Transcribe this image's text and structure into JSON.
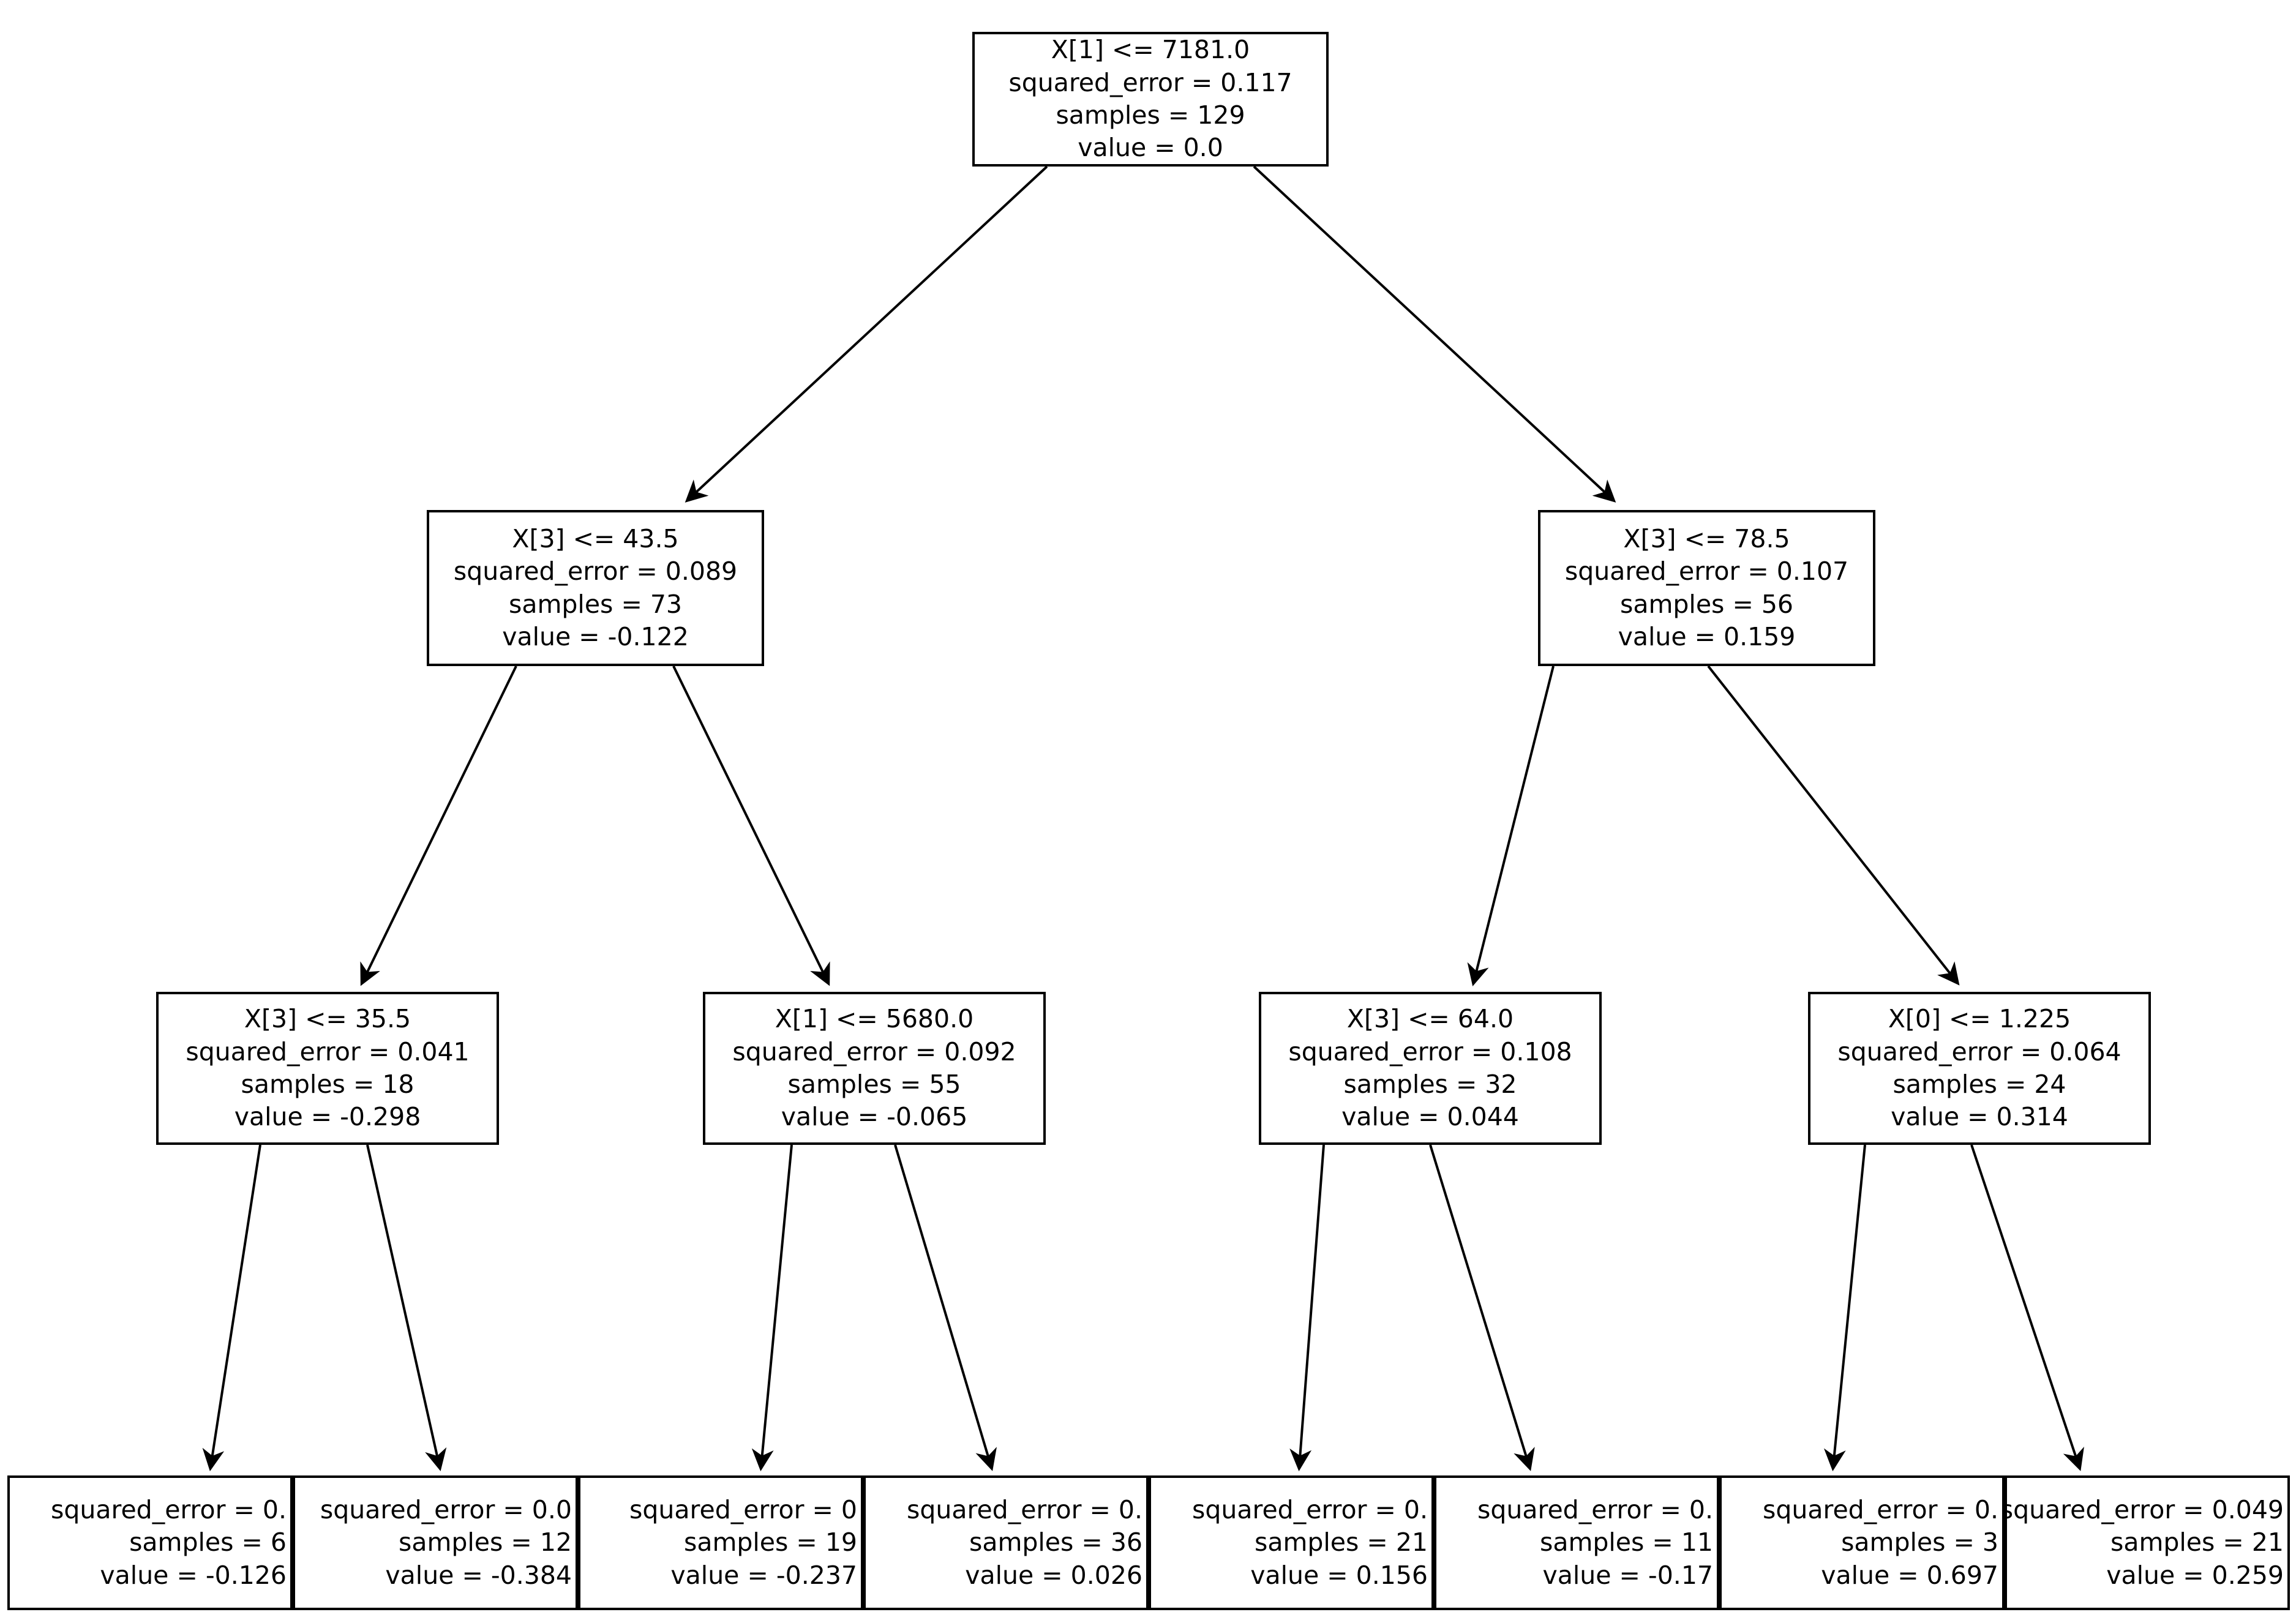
{
  "figure": {
    "kind": "decision-tree-diagram",
    "criterion": "squared_error",
    "background_color": "#ffffff",
    "node_border_color": "#000000",
    "text_color": "#000000",
    "edge_color": "#000000"
  },
  "chart_data": {
    "type": "tree",
    "title": "",
    "nodes": [
      {
        "id": "n0",
        "depth": 0,
        "condition": "X[1] <= 7181.0",
        "error": "squared_error = 0.117",
        "samples": "samples = 129",
        "value": "value = 0.0",
        "is_leaf": false
      },
      {
        "id": "n1",
        "depth": 1,
        "condition": "X[3] <= 43.5",
        "error": "squared_error = 0.089",
        "samples": "samples = 73",
        "value": "value = -0.122",
        "is_leaf": false
      },
      {
        "id": "n2",
        "depth": 1,
        "condition": "X[3] <= 78.5",
        "error": "squared_error = 0.107",
        "samples": "samples = 56",
        "value": "value = 0.159",
        "is_leaf": false
      },
      {
        "id": "n3",
        "depth": 2,
        "condition": "X[3] <= 35.5",
        "error": "squared_error = 0.041",
        "samples": "samples = 18",
        "value": "value = -0.298",
        "is_leaf": false
      },
      {
        "id": "n4",
        "depth": 2,
        "condition": "X[1] <= 5680.0",
        "error": "squared_error = 0.092",
        "samples": "samples = 55",
        "value": "value = -0.065",
        "is_leaf": false
      },
      {
        "id": "n5",
        "depth": 2,
        "condition": "X[3] <= 64.0",
        "error": "squared_error = 0.108",
        "samples": "samples = 32",
        "value": "value = 0.044",
        "is_leaf": false
      },
      {
        "id": "n6",
        "depth": 2,
        "condition": "X[0] <= 1.225",
        "error": "squared_error = 0.064",
        "samples": "samples = 24",
        "value": "value = 0.314",
        "is_leaf": false
      },
      {
        "id": "n7",
        "depth": 3,
        "condition": "",
        "error": "squared_error = 0.",
        "samples": "samples = 6",
        "value": "value = -0.126",
        "is_leaf": true
      },
      {
        "id": "n8",
        "depth": 3,
        "condition": "",
        "error": "squared_error = 0.0",
        "samples": "samples = 12",
        "value": "value = -0.384",
        "is_leaf": true
      },
      {
        "id": "n9",
        "depth": 3,
        "condition": "",
        "error": "squared_error = 0",
        "samples": "samples = 19",
        "value": "value = -0.237",
        "is_leaf": true
      },
      {
        "id": "n10",
        "depth": 3,
        "condition": "",
        "error": "squared_error = 0.",
        "samples": "samples = 36",
        "value": "value = 0.026",
        "is_leaf": true
      },
      {
        "id": "n11",
        "depth": 3,
        "condition": "",
        "error": "squared_error = 0.",
        "samples": "samples = 21",
        "value": "value = 0.156",
        "is_leaf": true
      },
      {
        "id": "n12",
        "depth": 3,
        "condition": "",
        "error": "squared_error = 0.",
        "samples": "samples = 11",
        "value": "value = -0.17",
        "is_leaf": true
      },
      {
        "id": "n13",
        "depth": 3,
        "condition": "",
        "error": "squared_error = 0.",
        "samples": "samples = 3",
        "value": "value = 0.697",
        "is_leaf": true
      },
      {
        "id": "n14",
        "depth": 3,
        "condition": "",
        "error": "squared_error = 0.049",
        "samples": "samples = 21",
        "value": "value = 0.259",
        "is_leaf": true
      }
    ],
    "edges": [
      {
        "from": "n0",
        "to": "n1",
        "branch": "true"
      },
      {
        "from": "n0",
        "to": "n2",
        "branch": "false"
      },
      {
        "from": "n1",
        "to": "n3",
        "branch": "true"
      },
      {
        "from": "n1",
        "to": "n4",
        "branch": "false"
      },
      {
        "from": "n2",
        "to": "n5",
        "branch": "true"
      },
      {
        "from": "n2",
        "to": "n6",
        "branch": "false"
      },
      {
        "from": "n3",
        "to": "n7",
        "branch": "true"
      },
      {
        "from": "n3",
        "to": "n8",
        "branch": "false"
      },
      {
        "from": "n4",
        "to": "n9",
        "branch": "true"
      },
      {
        "from": "n4",
        "to": "n10",
        "branch": "false"
      },
      {
        "from": "n5",
        "to": "n11",
        "branch": "true"
      },
      {
        "from": "n5",
        "to": "n12",
        "branch": "false"
      },
      {
        "from": "n6",
        "to": "n13",
        "branch": "true"
      },
      {
        "from": "n6",
        "to": "n14",
        "branch": "false"
      }
    ]
  }
}
